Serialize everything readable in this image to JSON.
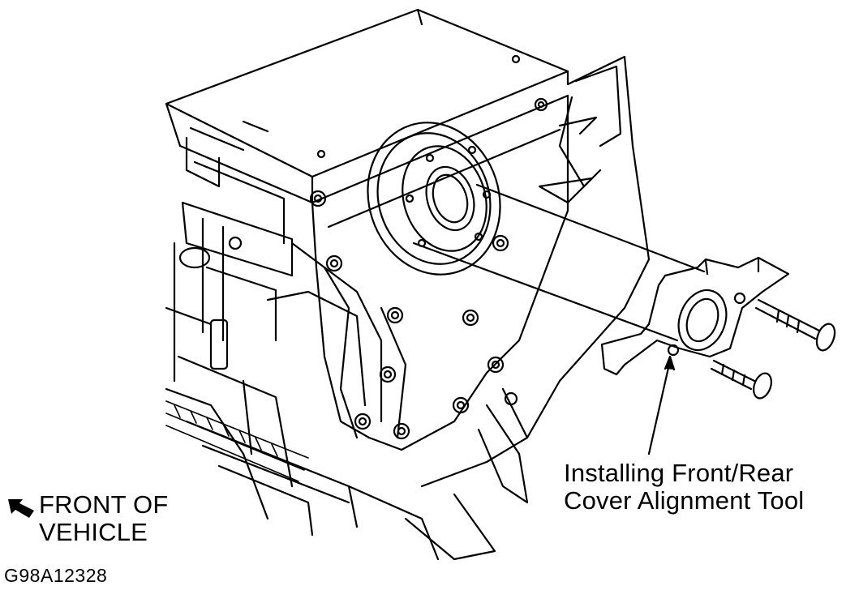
{
  "callouts": {
    "tool": [
      "Installing Front/Rear",
      "Cover Alignment Tool"
    ],
    "front": [
      "FRONT OF",
      "VEHICLE"
    ]
  },
  "figure_code": "G98A12328",
  "icons": {
    "front_indicator": "front-arrow-icon"
  },
  "colors": {
    "ink": "#000000",
    "paper": "#ffffff"
  }
}
